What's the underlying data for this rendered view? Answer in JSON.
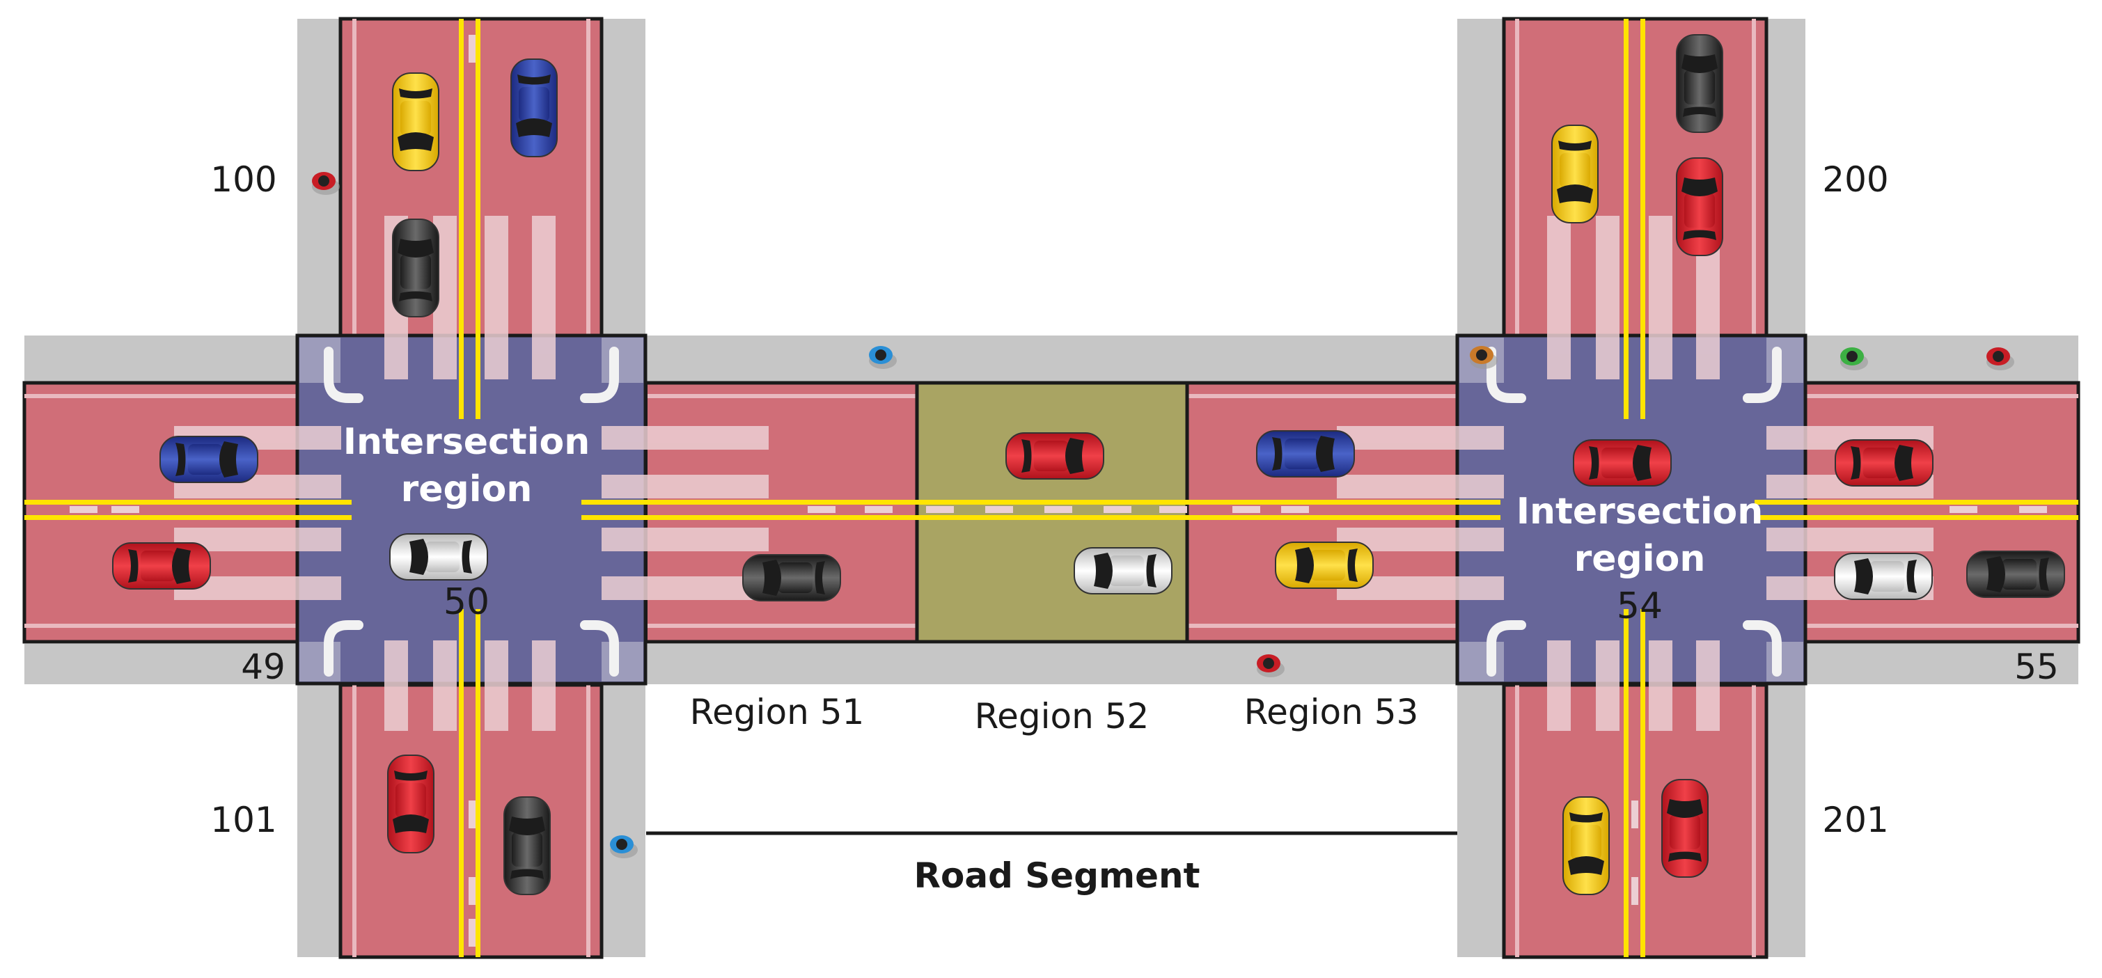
{
  "labels": {
    "intersection_left_line1": "Intersection",
    "intersection_left_line2": "region",
    "intersection_left_number": "50",
    "intersection_right_line1": "Intersection",
    "intersection_right_line2": "region",
    "intersection_right_number": "54",
    "region_51": "Region 51",
    "region_52": "Region 52",
    "region_53": "Region 53",
    "road_segment": "Road Segment",
    "id_100": "100",
    "id_101": "101",
    "id_200": "200",
    "id_201": "201",
    "id_49": "49",
    "id_55": "55"
  },
  "colors": {
    "road": "#d06e78",
    "sidewalk": "#c6c6c6",
    "intersection": "#676699",
    "region_52": "#a9a463",
    "center_line": "#ffe400",
    "crosswalk": "#eccfd3",
    "outline": "#1a1a1a"
  },
  "cars": [
    {
      "id": "car-1",
      "color": "yellow",
      "facing": "down"
    },
    {
      "id": "car-2",
      "color": "blue",
      "facing": "down"
    },
    {
      "id": "car-3",
      "color": "black",
      "facing": "up"
    },
    {
      "id": "car-4",
      "color": "blue",
      "facing": "right"
    },
    {
      "id": "car-5",
      "color": "red",
      "facing": "right"
    },
    {
      "id": "car-6",
      "color": "white",
      "facing": "left"
    },
    {
      "id": "car-7",
      "color": "red",
      "facing": "down"
    },
    {
      "id": "car-8",
      "color": "black",
      "facing": "up"
    },
    {
      "id": "car-9",
      "color": "black",
      "facing": "left"
    },
    {
      "id": "car-10",
      "color": "red",
      "facing": "right"
    },
    {
      "id": "car-11",
      "color": "white",
      "facing": "left"
    },
    {
      "id": "car-12",
      "color": "blue",
      "facing": "right"
    },
    {
      "id": "car-13",
      "color": "yellow",
      "facing": "left"
    },
    {
      "id": "car-14",
      "color": "yellow",
      "facing": "down"
    },
    {
      "id": "car-15",
      "color": "black",
      "facing": "up"
    },
    {
      "id": "car-16",
      "color": "red",
      "facing": "up"
    },
    {
      "id": "car-17",
      "color": "red",
      "facing": "right"
    },
    {
      "id": "car-18",
      "color": "red",
      "facing": "right"
    },
    {
      "id": "car-19",
      "color": "white",
      "facing": "left"
    },
    {
      "id": "car-20",
      "color": "black",
      "facing": "left"
    },
    {
      "id": "car-21",
      "color": "yellow",
      "facing": "down"
    },
    {
      "id": "car-22",
      "color": "red",
      "facing": "up"
    }
  ],
  "pedestrians": [
    {
      "id": "ped-1",
      "color": "red"
    },
    {
      "id": "ped-2",
      "color": "blue"
    },
    {
      "id": "ped-3",
      "color": "orange"
    },
    {
      "id": "ped-4",
      "color": "green"
    },
    {
      "id": "ped-5",
      "color": "red"
    },
    {
      "id": "ped-6",
      "color": "red"
    },
    {
      "id": "ped-7",
      "color": "blue"
    }
  ]
}
